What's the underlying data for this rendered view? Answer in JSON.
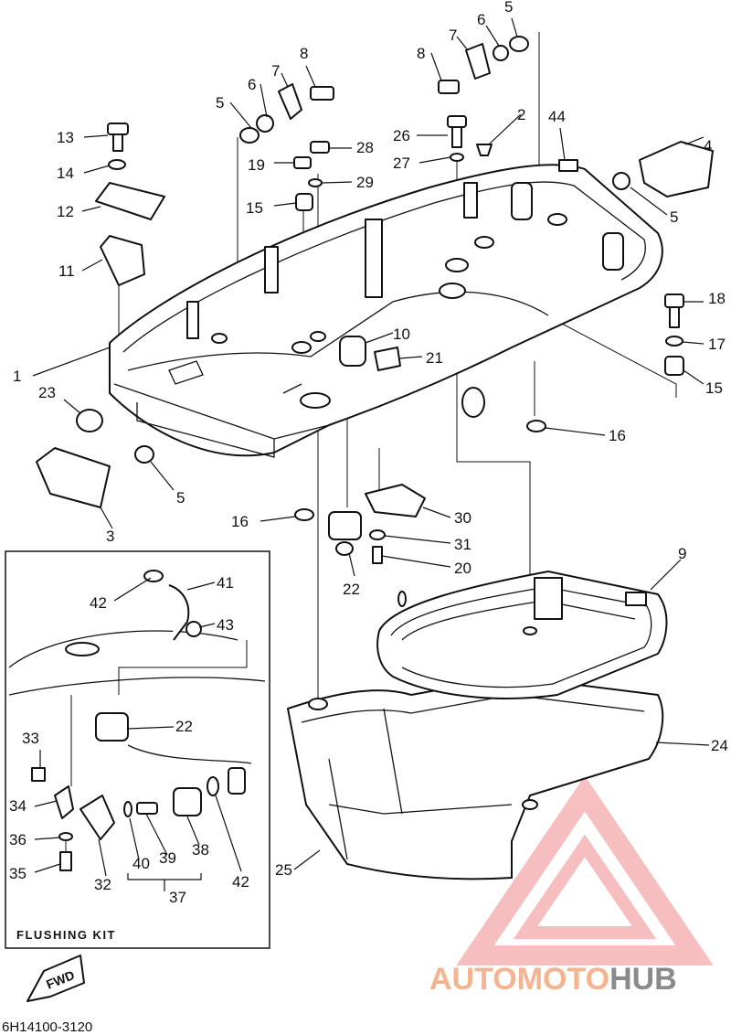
{
  "callouts": [
    {
      "id": "c1",
      "text": "1"
    },
    {
      "id": "c2",
      "text": "2"
    },
    {
      "id": "c3",
      "text": "3"
    },
    {
      "id": "c4",
      "text": "4"
    },
    {
      "id": "c5a",
      "text": "5"
    },
    {
      "id": "c5b",
      "text": "5"
    },
    {
      "id": "c5c",
      "text": "5"
    },
    {
      "id": "c5d",
      "text": "5"
    },
    {
      "id": "c6a",
      "text": "6"
    },
    {
      "id": "c6b",
      "text": "6"
    },
    {
      "id": "c7a",
      "text": "7"
    },
    {
      "id": "c7b",
      "text": "7"
    },
    {
      "id": "c8a",
      "text": "8"
    },
    {
      "id": "c8b",
      "text": "8"
    },
    {
      "id": "c9",
      "text": "9"
    },
    {
      "id": "c10",
      "text": "10"
    },
    {
      "id": "c11",
      "text": "11"
    },
    {
      "id": "c12",
      "text": "12"
    },
    {
      "id": "c13",
      "text": "13"
    },
    {
      "id": "c14",
      "text": "14"
    },
    {
      "id": "c15a",
      "text": "15"
    },
    {
      "id": "c15b",
      "text": "15"
    },
    {
      "id": "c16a",
      "text": "16"
    },
    {
      "id": "c16b",
      "text": "16"
    },
    {
      "id": "c17",
      "text": "17"
    },
    {
      "id": "c18",
      "text": "18"
    },
    {
      "id": "c19",
      "text": "19"
    },
    {
      "id": "c20",
      "text": "20"
    },
    {
      "id": "c21",
      "text": "21"
    },
    {
      "id": "c22a",
      "text": "22"
    },
    {
      "id": "c22b",
      "text": "22"
    },
    {
      "id": "c23",
      "text": "23"
    },
    {
      "id": "c24",
      "text": "24"
    },
    {
      "id": "c25",
      "text": "25"
    },
    {
      "id": "c26",
      "text": "26"
    },
    {
      "id": "c27",
      "text": "27"
    },
    {
      "id": "c28",
      "text": "28"
    },
    {
      "id": "c29",
      "text": "29"
    },
    {
      "id": "c30",
      "text": "30"
    },
    {
      "id": "c31",
      "text": "31"
    },
    {
      "id": "c32",
      "text": "32"
    },
    {
      "id": "c33",
      "text": "33"
    },
    {
      "id": "c34",
      "text": "34"
    },
    {
      "id": "c35",
      "text": "35"
    },
    {
      "id": "c36",
      "text": "36"
    },
    {
      "id": "c37",
      "text": "37"
    },
    {
      "id": "c38",
      "text": "38"
    },
    {
      "id": "c39",
      "text": "39"
    },
    {
      "id": "c40",
      "text": "40"
    },
    {
      "id": "c41",
      "text": "41"
    },
    {
      "id": "c42a",
      "text": "42"
    },
    {
      "id": "c42b",
      "text": "42"
    },
    {
      "id": "c43",
      "text": "43"
    },
    {
      "id": "c44",
      "text": "44"
    }
  ],
  "kit": {
    "title": "FLUSHING KIT"
  },
  "fwd": {
    "label": "FWD"
  },
  "diagram_code": "6H14100-3120",
  "watermark": {
    "part1": "AUTOMOTO",
    "part2": "HUB",
    "color1": "#f5b38f",
    "color2": "#8a8a8a",
    "triangle_color": "#f08a8a"
  }
}
